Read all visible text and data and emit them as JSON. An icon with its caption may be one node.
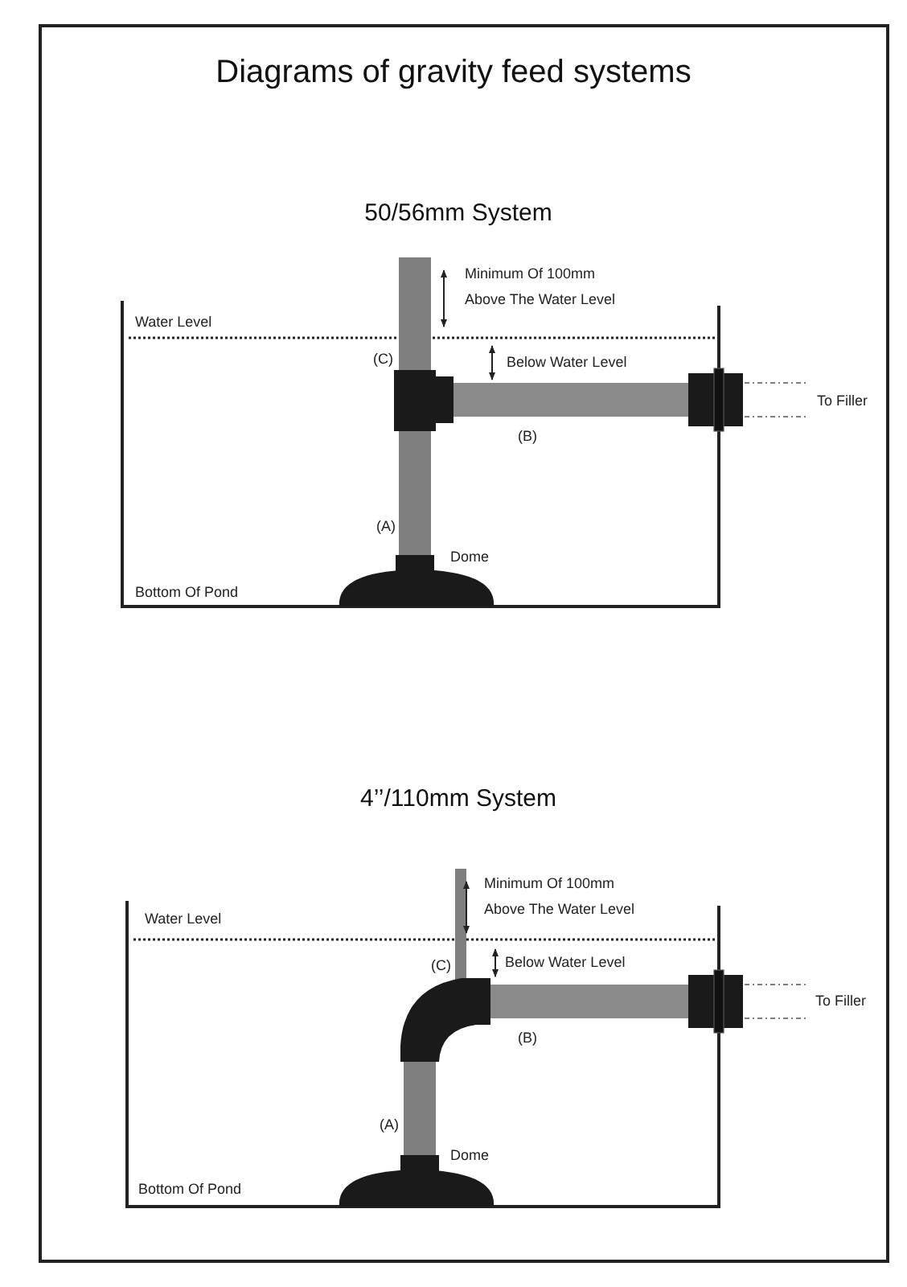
{
  "diagram": {
    "title": "Diagrams of gravity feed systems",
    "labels": [
      "50/56mm System",
      "Minimum Of 100mm Above The Water Level",
      "Water Level",
      "(C)",
      "Below Water Level",
      "To Filler",
      "(B)",
      "(A)",
      "Dome",
      "Bottom Of Pond",
      "4’’/110mm System",
      "Minimum Of 100mm Above The Water Level",
      "Water Level",
      "(C)",
      "Below Water Level",
      "To Filler",
      "(B)",
      "(A)",
      "Dome",
      "Bottom Of Pond"
    ]
  }
}
